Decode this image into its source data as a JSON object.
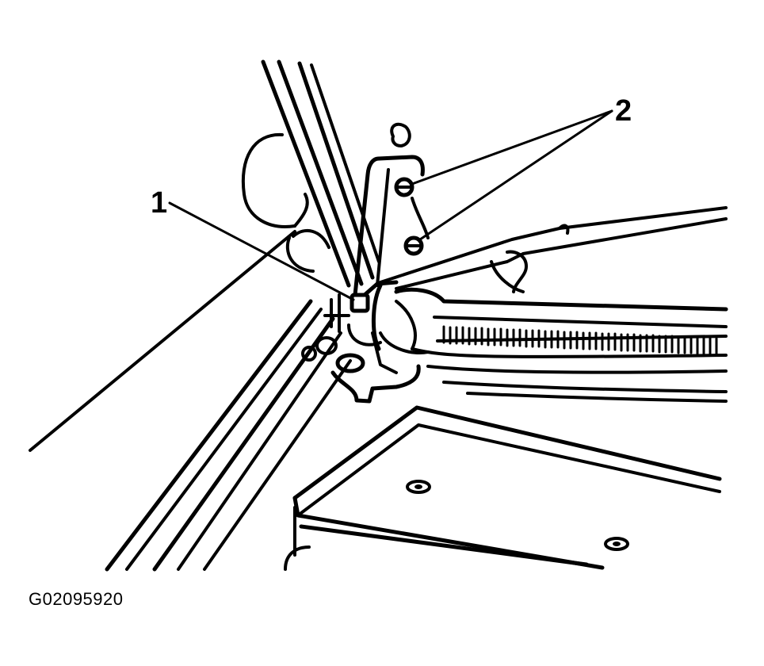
{
  "callouts": [
    {
      "id": "1",
      "label": "1"
    },
    {
      "id": "2",
      "label": "2"
    }
  ],
  "figure_id": "G02095920",
  "colors": {
    "ink": "#000000",
    "background": "#ffffff"
  }
}
